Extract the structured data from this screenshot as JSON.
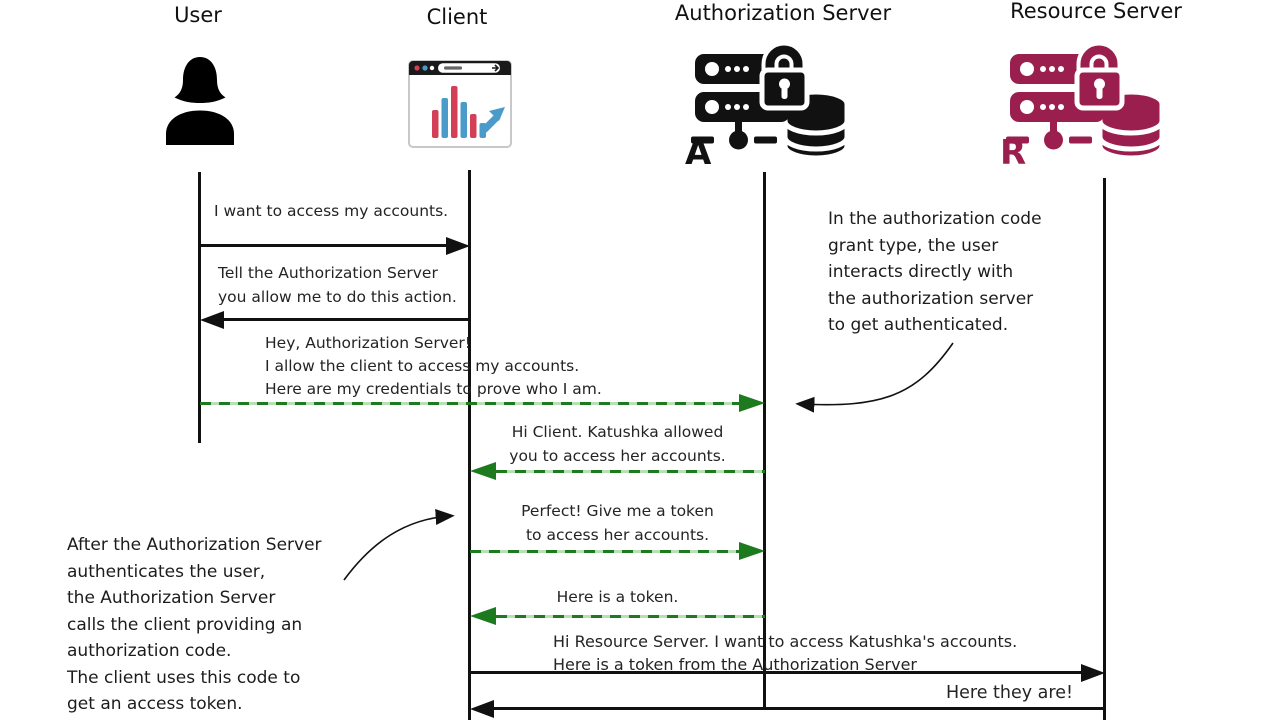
{
  "diagram_type": "sequence-diagram",
  "topic": "OAuth authorization code grant flow",
  "actors": [
    {
      "name": "User"
    },
    {
      "name": "Client"
    },
    {
      "name": "Authorization Server",
      "letter": "A"
    },
    {
      "name": "Resource Server",
      "letter": "R"
    }
  ],
  "messages": [
    {
      "from": "User",
      "to": "Client",
      "style": "solid-black",
      "lines": [
        "I want to access my accounts."
      ]
    },
    {
      "from": "Client",
      "to": "User",
      "style": "solid-black",
      "lines": [
        "Tell the Authorization Server",
        "you allow me to do this action."
      ]
    },
    {
      "from": "User",
      "to": "Authorization Server",
      "style": "dashed-green",
      "lines": [
        "Hey, Authorization Server!",
        "I allow the client to access my accounts.",
        "Here are my credentials to prove who I am."
      ]
    },
    {
      "from": "Authorization Server",
      "to": "Client",
      "style": "dashed-green",
      "lines": [
        "Hi Client. Katushka allowed",
        "you to access her accounts."
      ]
    },
    {
      "from": "Client",
      "to": "Authorization Server",
      "style": "dashed-green",
      "lines": [
        "Perfect! Give me a token",
        "to access her accounts."
      ]
    },
    {
      "from": "Authorization Server",
      "to": "Client",
      "style": "dashed-green",
      "lines": [
        "Here is a token."
      ]
    },
    {
      "from": "Client",
      "to": "Resource Server",
      "style": "solid-black",
      "lines": [
        "Hi Resource Server. I want to access Katushka's accounts.",
        "Here is a token from the Authorization Server"
      ]
    },
    {
      "from": "Resource Server",
      "to": "Client",
      "style": "solid-black",
      "lines": [
        "Here they are!"
      ]
    }
  ],
  "annotations": [
    {
      "side": "right",
      "lines": [
        "In the authorization code",
        "grant type, the user",
        "interacts directly with",
        "the authorization server",
        "to get authenticated."
      ]
    },
    {
      "side": "left",
      "lines": [
        "After the Authorization Server",
        "authenticates the user,",
        "the Authorization Server",
        "calls the client providing an",
        "authorization code.",
        "The client uses this code to",
        "get an access token."
      ]
    }
  ],
  "colors": {
    "line_black": "#111111",
    "green_dash_dark": "#1e7a1e",
    "green_dash_light": "#b9dfb6",
    "resource_server": "#9b1f4e",
    "chart_red": "#d23f56",
    "chart_blue": "#4a9bc9"
  }
}
